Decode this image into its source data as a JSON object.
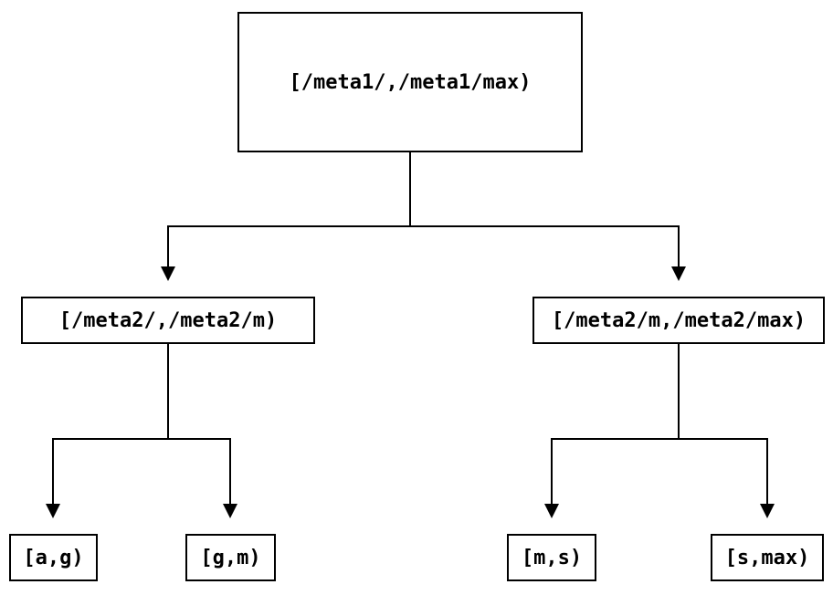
{
  "diagram": {
    "type": "tree",
    "description": "Binary interval-partition tree with three levels",
    "nodes": {
      "root": {
        "label": "[/meta1/,/meta1/max)"
      },
      "left": {
        "label": "[/meta2/,/meta2/m)"
      },
      "right": {
        "label": "[/meta2/m,/meta2/max)"
      },
      "left_left": {
        "label": "[a,g)"
      },
      "left_right": {
        "label": "[g,m)"
      },
      "right_left": {
        "label": "[m,s)"
      },
      "right_right": {
        "label": "[s,max)"
      }
    },
    "edges": [
      {
        "from": "root",
        "to": "left"
      },
      {
        "from": "root",
        "to": "right"
      },
      {
        "from": "left",
        "to": "left_left"
      },
      {
        "from": "left",
        "to": "left_right"
      },
      {
        "from": "right",
        "to": "right_left"
      },
      {
        "from": "right",
        "to": "right_right"
      }
    ],
    "colors": {
      "line": "#000000",
      "text": "#000000",
      "box_border": "#000000",
      "background": "#ffffff"
    }
  }
}
